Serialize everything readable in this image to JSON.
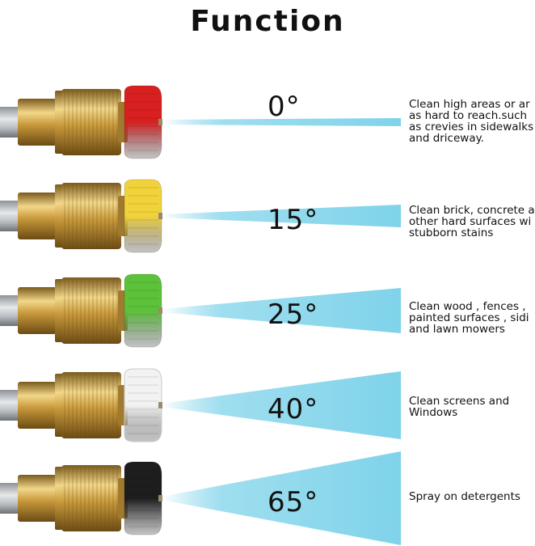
{
  "title": "Function",
  "nozzles": [
    {
      "angle": "0°",
      "color": "#d7201f",
      "text": "Clean high areas or ar\nas hard to reach.such\nas crevies in sidewalks\nand driceway."
    },
    {
      "angle": "15°",
      "color": "#f1d23a",
      "text": "Clean brick, concrete a\nother hard surfaces wi\nstubborn stains"
    },
    {
      "angle": "25°",
      "color": "#5cc23a",
      "text": "Clean wood , fences ,\npainted surfaces , sidi\nand lawn mowers"
    },
    {
      "angle": "40°",
      "color": "#f2f2f2",
      "text": "Clean screens and\nWindows"
    },
    {
      "angle": "65°",
      "color": "#1d1d1d",
      "text": "Spray on detergents"
    }
  ],
  "spray_color": "#7fd3ea"
}
